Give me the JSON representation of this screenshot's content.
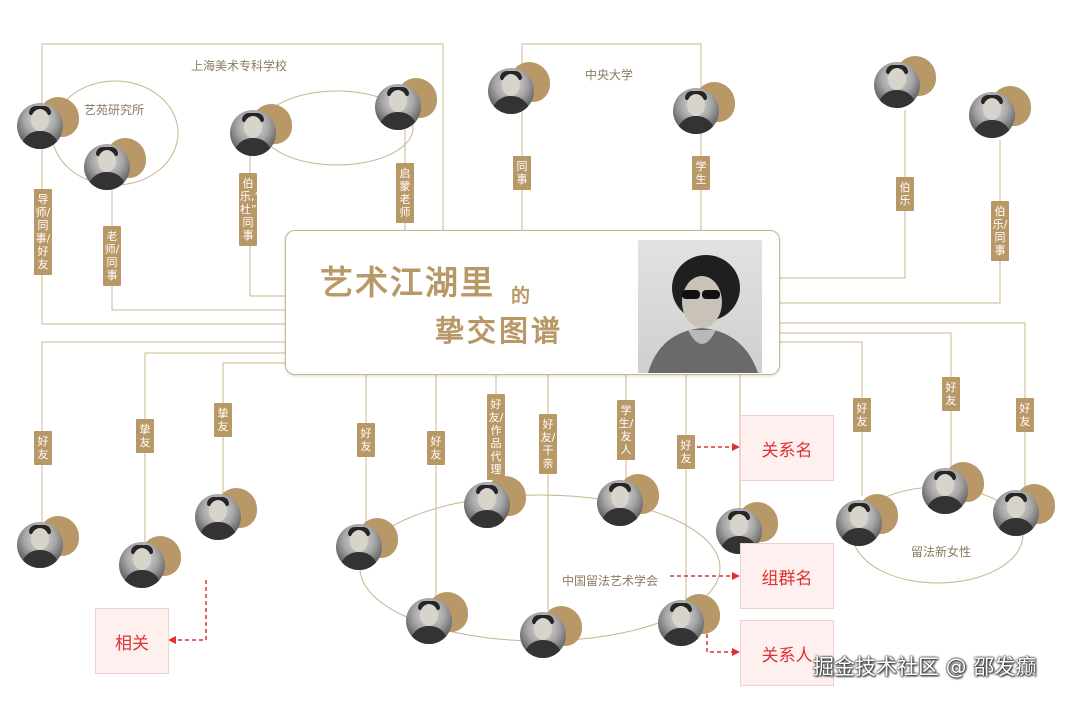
{
  "title": {
    "line1": "艺术江湖里",
    "de": "的",
    "line2": "挚交图谱"
  },
  "colors": {
    "accent": "#b99867",
    "line": "#c9b58e",
    "annotation": "#e03030"
  },
  "groups": {
    "shanghai": "上海美术专科学校",
    "yiyuan": "艺苑研究所",
    "zhongyang": "中央大学",
    "liufa_art": "中国留法艺术学会",
    "liufa_women": "留法新女性"
  },
  "relations": {
    "r1": "导师/同事/好友",
    "r2": "老师/同事",
    "r3": "伯乐,“摩杜”,同事",
    "r4": "启蒙老师",
    "r5": "同事",
    "r6": "学生",
    "r7": "伯乐",
    "r8": "伯乐/同事",
    "r9": "好友",
    "r10": "挚友",
    "r11": "挚友",
    "r12": "好友",
    "r13": "好友",
    "r14": "好友/作品代理",
    "r15": "好友/干亲",
    "r16": "学生/友人",
    "r17": "好友",
    "r18": "好友",
    "r19": "好友",
    "r20": "好友"
  },
  "annotations": {
    "relation_name": "关系名",
    "group_name": "组群名",
    "related": "相关",
    "related_person": "关系人"
  },
  "watermark": "掘金技术社区 @ 邵发癫"
}
